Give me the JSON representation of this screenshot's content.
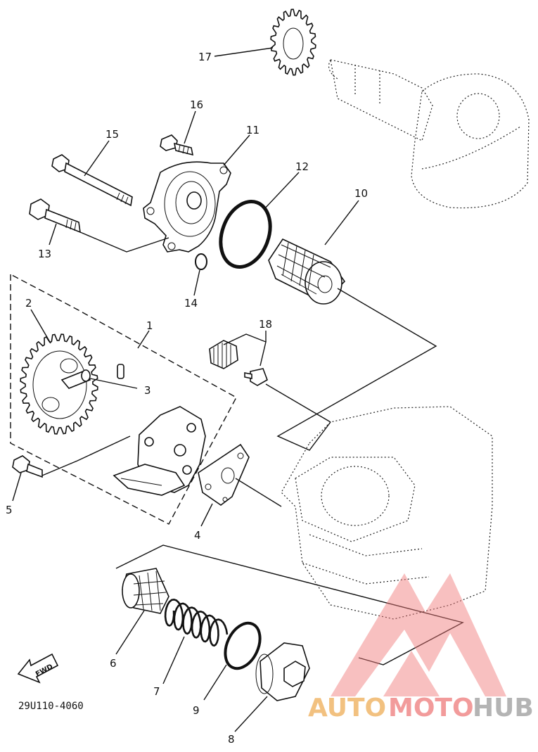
{
  "diagram": {
    "part_numbers": [
      "1",
      "2",
      "3",
      "4",
      "5",
      "6",
      "7",
      "8",
      "9",
      "10",
      "11",
      "12",
      "13",
      "14",
      "15",
      "16",
      "17",
      "18"
    ],
    "drawing_code": "29U110-4060",
    "fwd_label": "FWD"
  },
  "watermark": {
    "text_auto": "AUTO",
    "text_moto": "MOTO",
    "text_hub": "HUB",
    "color_auto": "#f0b76a",
    "color_moto": "#f08a8a",
    "color_hub": "#a8a8a8"
  }
}
